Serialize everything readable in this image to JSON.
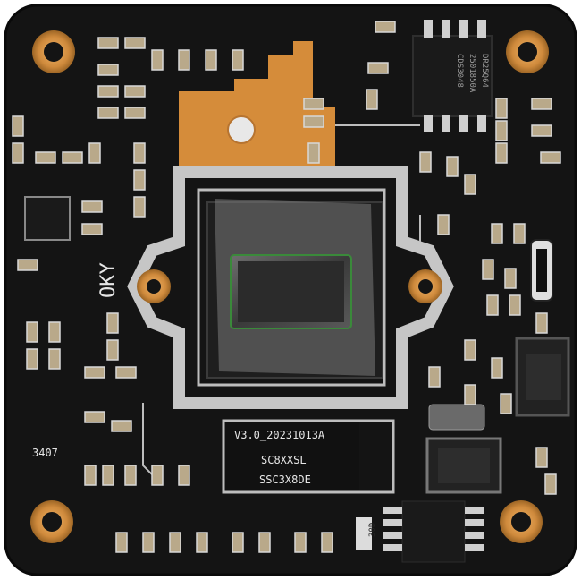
{
  "board": {
    "colors": {
      "pcb": "#141414",
      "pcb_edge": "#0b0b0b",
      "copper": "#d9903a",
      "pad_gold": "#cf8a3c",
      "silkscreen_trace": "#bdbdbd",
      "lens_mount": "#c9c9c9",
      "sensor_glass": "#2a2a2a",
      "component_body": "#1c1c1c",
      "resistor_cap": "#b9a98a"
    },
    "labels": {
      "sensor_model_line1": "V3.0_20231013A",
      "sensor_model_line2": "SC8XXSL",
      "sensor_model_line3": "SSC3X8DE",
      "ic_code": "3407",
      "chip_top_line1": "DR25Q64",
      "chip_top_line2": "2501850A",
      "chip_top_line3": "CDS3048",
      "diode_mark": "30D",
      "logo_glyph": "OKY"
    }
  }
}
